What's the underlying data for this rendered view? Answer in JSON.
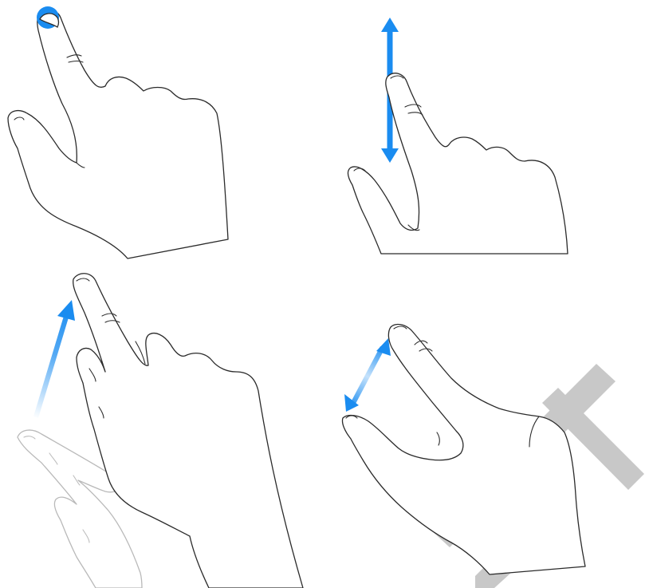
{
  "gestures": [
    {
      "name": "tap",
      "indicator": "touch-point",
      "color": "#1a8cf0"
    },
    {
      "name": "vertical-drag",
      "indicator": "double-headed-arrow-vertical",
      "color": "#1a8cf0"
    },
    {
      "name": "flick",
      "indicator": "fading-arrow-up-right",
      "color": "#1a8cf0"
    },
    {
      "name": "pinch",
      "indicator": "double-headed-arrow-diagonal",
      "color": "#1a8cf0"
    }
  ],
  "watermark": {
    "text": "FT",
    "color": "#c8c8c8"
  },
  "colors": {
    "accent": "#1a8cf0",
    "outline": "#2b2b2b",
    "ghost_outline": "#b9b9b9",
    "background": "#ffffff"
  }
}
